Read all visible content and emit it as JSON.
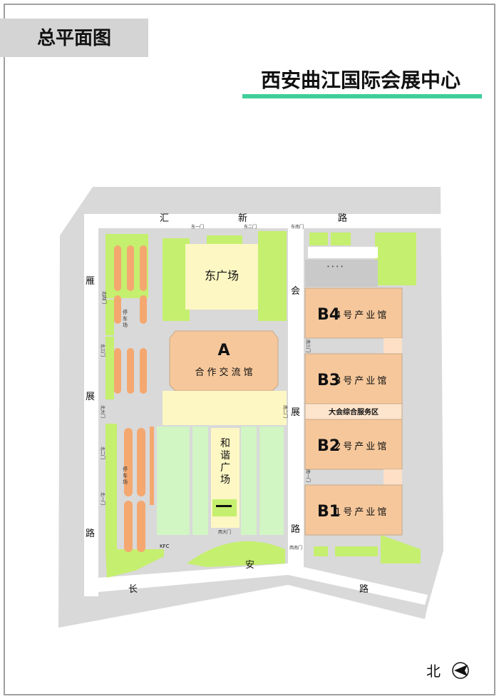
{
  "header": {
    "badge": "总平面图",
    "title": "西安曲江国际会展中心",
    "accent_color": "#3fcf9a"
  },
  "roads": {
    "north": [
      "汇",
      "新",
      "路"
    ],
    "west": [
      "雁",
      "展",
      "路"
    ],
    "middle": [
      "会",
      "展",
      "路"
    ],
    "south": [
      "长",
      "安",
      "路"
    ]
  },
  "gates": {
    "east_1": "东一门",
    "east_2": "东二门",
    "east_south": "东南门",
    "north_4": "北四门",
    "north_3": "北三门",
    "north_main": "北大门",
    "north_2": "北二门",
    "north_1": "北一门",
    "south_2": "南二门",
    "south_3": "南三门",
    "south_1": "南一门",
    "west_main": "西大门",
    "west_south": "西南门"
  },
  "areas": {
    "east_plaza": "东广场",
    "hall_a_code": "A",
    "hall_a_name": "合作交流馆",
    "harmony_plaza": [
      "和",
      "谐",
      "广",
      "场"
    ],
    "parking": [
      "停",
      "车",
      "场"
    ],
    "parking_2": [
      "停",
      "车",
      "场"
    ],
    "kfc": "KFC",
    "service_zone": "大会综合服务区"
  },
  "halls": [
    {
      "code": "B4",
      "name": "4号产业馆"
    },
    {
      "code": "B3",
      "name": "3号产业馆"
    },
    {
      "code": "B2",
      "name": "2号产业馆"
    },
    {
      "code": "B1",
      "name": "1号产业馆"
    }
  ],
  "compass": {
    "label": "北",
    "icon": "north-arrow-icon"
  },
  "colors": {
    "hall": "#f5c79b",
    "parking": "#f4a870",
    "green": "#c5ef6e",
    "light_green": "#d2f5c4",
    "plaza": "#fdf7c3",
    "road": "#d8d8d8",
    "outline": "#9a9a9a"
  }
}
